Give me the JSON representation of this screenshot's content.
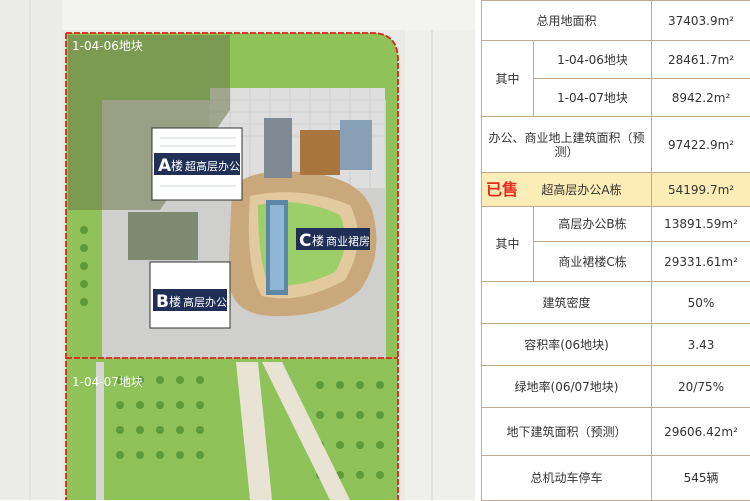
{
  "plan": {
    "block_06": "1-04-06地块",
    "block_07": "1-04-07地块",
    "building_a": {
      "letter": "A",
      "suffix": "楼",
      "name": "超高层办公"
    },
    "building_b": {
      "letter": "B",
      "suffix": "楼",
      "name": "高层办公"
    },
    "building_c": {
      "letter": "C",
      "suffix": "楼",
      "name": "商业裙房"
    }
  },
  "table": {
    "total_land": {
      "label": "总用地面积",
      "value": "37403.9",
      "unit": "m²"
    },
    "among_1": "其中",
    "block_06": {
      "label": "1-04-06地块",
      "value": "28461.7",
      "unit": "m²"
    },
    "block_07": {
      "label": "1-04-07地块",
      "value": "8942.2",
      "unit": "m²"
    },
    "gfa": {
      "label": "办公、商业地上建筑面积（预测）",
      "value": "97422.9",
      "unit": "m²"
    },
    "sold": "已售",
    "tower_a": {
      "label": "超高层办公A栋",
      "value": "54199.7",
      "unit": "m²"
    },
    "among_2": "其中",
    "tower_b": {
      "label": "高层办公B栋",
      "value": "13891.59",
      "unit": "m²"
    },
    "podium_c": {
      "label": "商业裙楼C栋",
      "value": "29331.61",
      "unit": "m²"
    },
    "density": {
      "label": "建筑密度",
      "value": "50%"
    },
    "far": {
      "label": "容积率(06地块)",
      "value": "3.43"
    },
    "green": {
      "label": "绿地率(06/07地块)",
      "value": "20/75%"
    },
    "underground": {
      "label": "地下建筑面积（预测）",
      "value": "29606.42",
      "unit": "m²"
    },
    "parking": {
      "label": "总机动车停车",
      "value": "545辆"
    }
  },
  "colors": {
    "grass": "#8fc35a",
    "plaza": "#d8d8d8",
    "tower": "#1f2f55",
    "boundary": "#e2231a",
    "sold": "#e32b1e",
    "highlight": "#fcedb7",
    "table_border": "#c5a98a"
  }
}
